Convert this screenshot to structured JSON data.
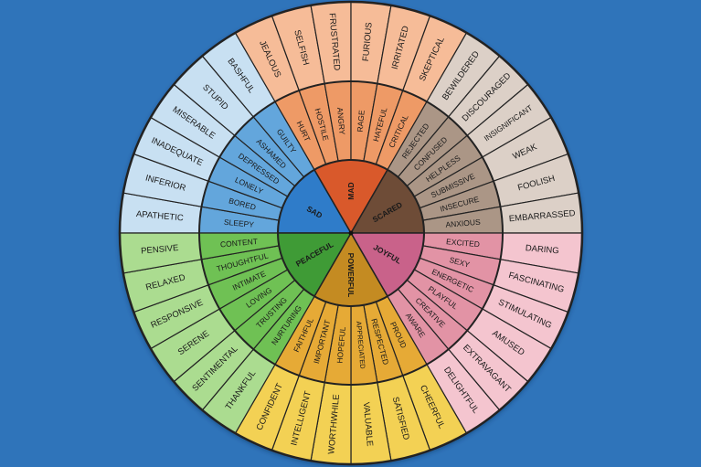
{
  "title": "Feelings Wheel",
  "background": "#2f74ba",
  "cores": [
    {
      "label": "SAD",
      "colors": {
        "core": "#2f7cc9",
        "middle": "#63a6dc",
        "outer": "#c8e0f2"
      },
      "middle": [
        "SLEEPY",
        "BORED",
        "LONELY",
        "DEPRESSED",
        "ASHAMED",
        "GUILTY"
      ],
      "outer": [
        "APATHETIC",
        "INFERIOR",
        "INADEQUATE",
        "MISERABLE",
        "STUPID",
        "BASHFUL"
      ]
    },
    {
      "label": "MAD",
      "colors": {
        "core": "#d9592b",
        "middle": "#ee9a66",
        "outer": "#f6bc98"
      },
      "middle": [
        "HURT",
        "HOSTILE",
        "ANGRY",
        "RAGE",
        "HATEFUL",
        "CRITICAL"
      ],
      "outer": [
        "JEALOUS",
        "SELFISH",
        "FRUSTRATED",
        "FURIOUS",
        "IRRITATED",
        "SKEPTICAL"
      ]
    },
    {
      "label": "SCARED",
      "colors": {
        "core": "#6e4c37",
        "middle": "#ab9686",
        "outer": "#dcd0c7"
      },
      "middle": [
        "REJECTED",
        "CONFUSED",
        "HELPLESS",
        "SUBMISSIVE",
        "INSECURE",
        "ANXIOUS"
      ],
      "outer": [
        "BEWILDERED",
        "DISCOURAGED",
        "INSIGNIFICANT",
        "WEAK",
        "FOOLISH",
        "EMBARRASSED"
      ]
    },
    {
      "label": "JOYFUL",
      "colors": {
        "core": "#c9628a",
        "middle": "#e293a5",
        "outer": "#f4c5cf"
      },
      "middle": [
        "EXCITED",
        "SEXY",
        "ENERGETIC",
        "PLAYFUL",
        "CREATIVE",
        "AWARE"
      ],
      "outer": [
        "DARING",
        "FASCINATING",
        "STIMULATING",
        "AMUSED",
        "EXTRAVAGANT",
        "DELIGHTFUL"
      ]
    },
    {
      "label": "POWERFUL",
      "colors": {
        "core": "#c48b22",
        "middle": "#e6aa36",
        "outer": "#f3d154"
      },
      "middle": [
        "PROUD",
        "RESPECTED",
        "APPRECIATED",
        "HOPEFUL",
        "IMPORTANT",
        "FAITHFUL"
      ],
      "outer": [
        "CHEERFUL",
        "SATISFIED",
        "VALUABLE",
        "WORTHWHILE",
        "INTELLIGENT",
        "CONFIDENT"
      ]
    },
    {
      "label": "PEACEFUL",
      "colors": {
        "core": "#3f9b36",
        "middle": "#6fc154",
        "outer": "#abdc90"
      },
      "middle": [
        "NURTURING",
        "TRUSTING",
        "LOVING",
        "INTIMATE",
        "THOUGHTFUL",
        "CONTENT"
      ],
      "outer": [
        "THANKFUL",
        "SENTIMENTAL",
        "SERENE",
        "RESPONSIVE",
        "RELAXED",
        "PENSIVE"
      ]
    }
  ]
}
